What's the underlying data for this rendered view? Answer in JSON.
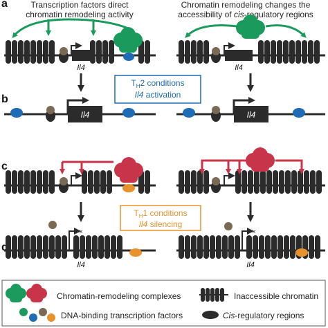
{
  "headers": {
    "left_line1": "Transcription factors direct",
    "left_line2": "chromatin remodeling activity",
    "right_line1": "Chromatin remodeling changes the",
    "right_line2_pre": "accessibility of ",
    "right_line2_em": "cis",
    "right_line2_post": "-regulatory regions"
  },
  "panels": {
    "a": "a",
    "b": "b",
    "c": "c",
    "d": "d"
  },
  "gene": "Il4",
  "conditions": {
    "th2": {
      "sub": "H",
      "num": "2",
      "text": "conditions",
      "action": "activation"
    },
    "th1": {
      "sub": "H",
      "num": "1",
      "text": "conditions",
      "action": "silencing"
    }
  },
  "legend": {
    "remodeling": "Chromatin-remodeling complexes",
    "inaccessible": "Inaccessible chromatin",
    "tf": "DNA-binding transcription factors",
    "cis_em": "Cis",
    "cis_rest": "-regulatory regions"
  },
  "colors": {
    "green": "#1a9a5c",
    "red": "#c8354a",
    "blue": "#1f6bb5",
    "orange": "#e8922e",
    "brown": "#7a6a55",
    "dark": "#2b2b2b",
    "cond_th2": "#1f6bb5",
    "cond_th1": "#e8922e"
  }
}
